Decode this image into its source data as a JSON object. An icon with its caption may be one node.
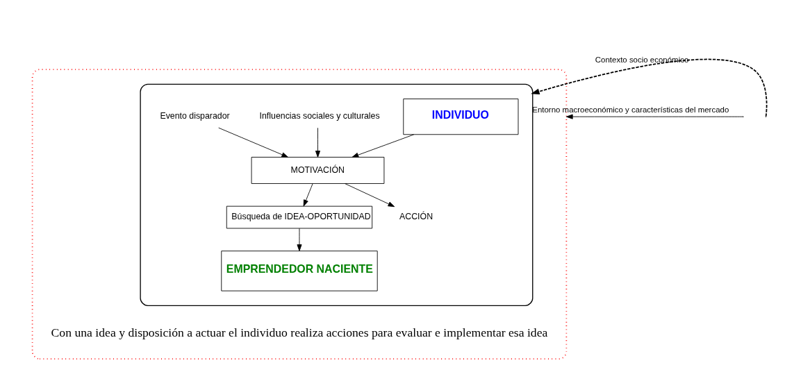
{
  "diagram": {
    "nodes": [
      {
        "text": [],
        "shape": "ellipse"
      },
      {
        "text": [],
        "shape": "ellipse",
        "in": 0
      },
      {
        "text": [
          "INDIVIDUO"
        ],
        "in": 1
      },
      {
        "text": [
          "Influencias sociales y culturales"
        ],
        "in": 1
      },
      {
        "text": [
          "Evento disparador"
        ],
        "in": 1
      },
      {
        "text": [
          "MOTIVACIÓN"
        ],
        "in": 1
      },
      {
        "text": [
          "Búsqueda de IDEA-OPORTUNIDAD"
        ],
        "in": 1
      },
      {
        "text": [
          "ACCIÓN"
        ],
        "in": 1
      },
      {
        "text": [
          "EMPRENDEDOR NACIENTE"
        ],
        "in": 1
      }
    ],
    "edges": [
      {
        "from": 2,
        "to": 5,
        "arrow": "to"
      },
      {
        "from": 3,
        "to": 5,
        "arrow": "to"
      },
      {
        "from": 4,
        "to": 5,
        "arrow": "to"
      },
      {
        "from": 5,
        "to": 6,
        "arrow": "to"
      },
      {
        "from": 5,
        "to": 7,
        "arrow": "to"
      },
      {
        "from": 6,
        "to": 8,
        "arrow": "to"
      },
      {
        "from": null,
        "to": 0,
        "arrow": "to",
        "label": "Entorno macroeconómico y características del mercado"
      },
      {
        "from": null,
        "to": 1,
        "arrow": "to",
        "label": "Contexto socio económico",
        "style": "dashed"
      }
    ],
    "labels": [
      "Con una idea y disposición a actuar el individuo realiza acciones para evaluar e implementar esa idea"
    ]
  }
}
